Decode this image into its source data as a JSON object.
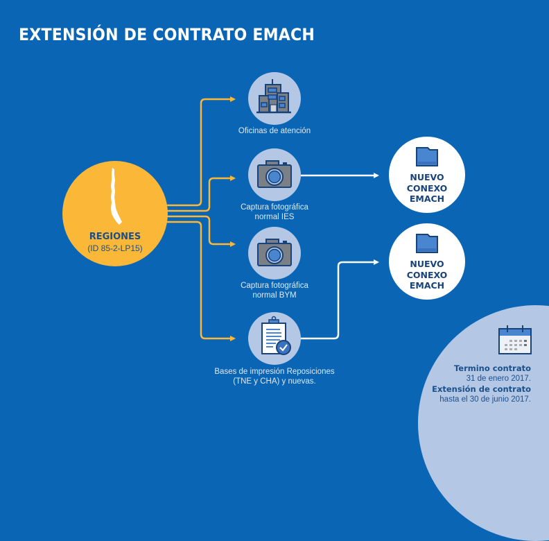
{
  "title": "EXTENSIÓN DE CONTRATO EMACH",
  "source": {
    "label": "REGIONES",
    "id_text": "(ID 85-2-LP15)",
    "icon": "chile-map-icon"
  },
  "nodes": [
    {
      "label": "Oficinas de atención",
      "icon": "office-building-icon"
    },
    {
      "label": "Captura fotográfica\nnormal IES",
      "icon": "camera-icon"
    },
    {
      "label": "Captura fotográfica\nnormal BYM",
      "icon": "camera-icon"
    },
    {
      "label": "Bases de impresión Reposiciones\n(TNE  y CHA) y nuevas.",
      "icon": "clipboard-check-icon"
    }
  ],
  "targets": [
    {
      "label": "NUEVO\nCONEXO\nEMACH",
      "icon": "folder-icon",
      "from": "Captura fotográfica normal IES"
    },
    {
      "label": "NUEVO\nCONEXO\nEMACH",
      "icon": "folder-icon",
      "from": "Bases de impresión Reposiciones (TNE y CHA) y nuevas."
    }
  ],
  "contract": {
    "icon": "calendar-icon",
    "term_title": "Termino contrato",
    "term_date": "31 de enero 2017.",
    "extension_title": "Extensión de contrato",
    "extension_date": "hasta el 30 de junio 2017."
  },
  "colors": {
    "background": "#0a66b5",
    "source": "#fbb737",
    "connector_source": "#fbb737",
    "connector_target": "#ffffff",
    "node_fill": "#b4c8e6",
    "dark_text": "#17427a"
  }
}
